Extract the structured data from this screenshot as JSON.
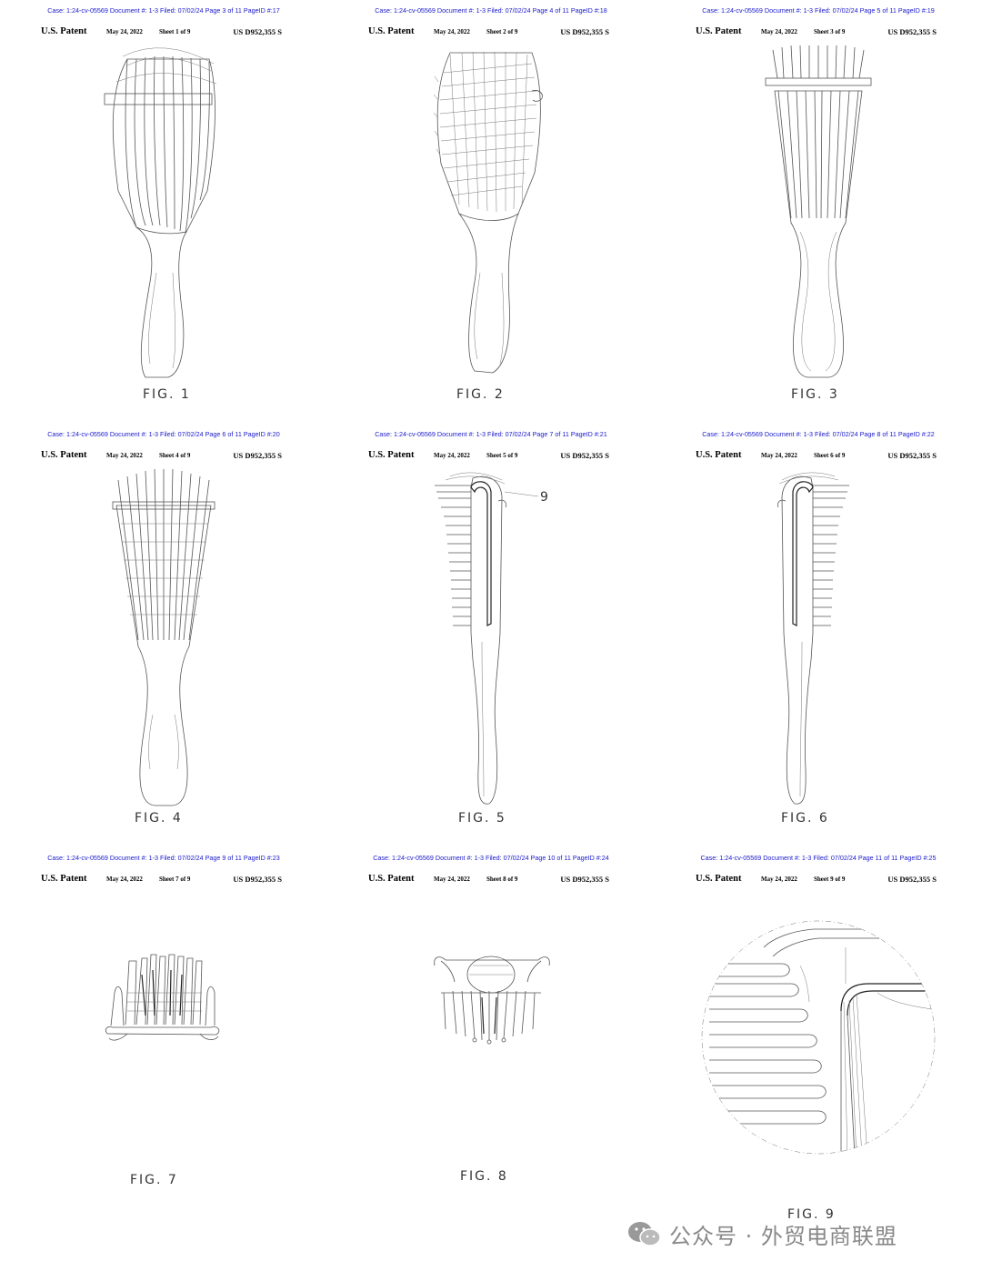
{
  "sheets": [
    {
      "case": "Case: 1:24-cv-05569 Document #: 1-3 Filed: 07/02/24 Page 3 of 11 PageID #:17",
      "patent": "U.S. Patent",
      "date": "May 24, 2022",
      "sheet": "Sheet 1 of 9",
      "number": "US D952,355 S",
      "fig": "FIG. 1"
    },
    {
      "case": "Case: 1:24-cv-05569 Document #: 1-3 Filed: 07/02/24 Page 4 of 11 PageID #:18",
      "patent": "U.S. Patent",
      "date": "May 24, 2022",
      "sheet": "Sheet 2 of 9",
      "number": "US D952,355 S",
      "fig": "FIG. 2"
    },
    {
      "case": "Case: 1:24-cv-05569 Document #: 1-3 Filed: 07/02/24 Page 5 of 11 PageID #:19",
      "patent": "U.S. Patent",
      "date": "May 24, 2022",
      "sheet": "Sheet 3 of 9",
      "number": "US D952,355 S",
      "fig": "FIG. 3"
    },
    {
      "case": "Case: 1:24-cv-05569 Document #: 1-3 Filed: 07/02/24 Page 6 of 11 PageID #:20",
      "patent": "U.S. Patent",
      "date": "May 24, 2022",
      "sheet": "Sheet 4 of 9",
      "number": "US D952,355 S",
      "fig": "FIG. 4"
    },
    {
      "case": "Case: 1:24-cv-05569 Document #: 1-3 Filed: 07/02/24 Page 7 of 11 PageID #:21",
      "patent": "U.S. Patent",
      "date": "May 24, 2022",
      "sheet": "Sheet 5 of 9",
      "number": "US D952,355 S",
      "fig": "FIG. 5",
      "ref": "9"
    },
    {
      "case": "Case: 1:24-cv-05569 Document #: 1-3 Filed: 07/02/24 Page 8 of 11 PageID #:22",
      "patent": "U.S. Patent",
      "date": "May 24, 2022",
      "sheet": "Sheet 6 of 9",
      "number": "US D952,355 S",
      "fig": "FIG. 6"
    },
    {
      "case": "Case: 1:24-cv-05569 Document #: 1-3 Filed: 07/02/24 Page 9 of 11 PageID #:23",
      "patent": "U.S. Patent",
      "date": "May 24, 2022",
      "sheet": "Sheet 7 of 9",
      "number": "US D952,355 S",
      "fig": "FIG. 7"
    },
    {
      "case": "Case: 1:24-cv-05569 Document #: 1-3 Filed: 07/02/24 Page 10 of 11 PageID #:24",
      "patent": "U.S. Patent",
      "date": "May 24, 2022",
      "sheet": "Sheet 8 of 9",
      "number": "US D952,355 S",
      "fig": "FIG. 8"
    },
    {
      "case": "Case: 1:24-cv-05569 Document #: 1-3 Filed: 07/02/24 Page 11 of 11 PageID #:25",
      "patent": "U.S. Patent",
      "date": "May 24, 2022",
      "sheet": "Sheet 9 of 9",
      "number": "US D952,355 S",
      "fig": "FIG. 9"
    }
  ],
  "watermark": {
    "icon": "wechat-icon",
    "text": "公众号 · 外贸电商联盟"
  }
}
